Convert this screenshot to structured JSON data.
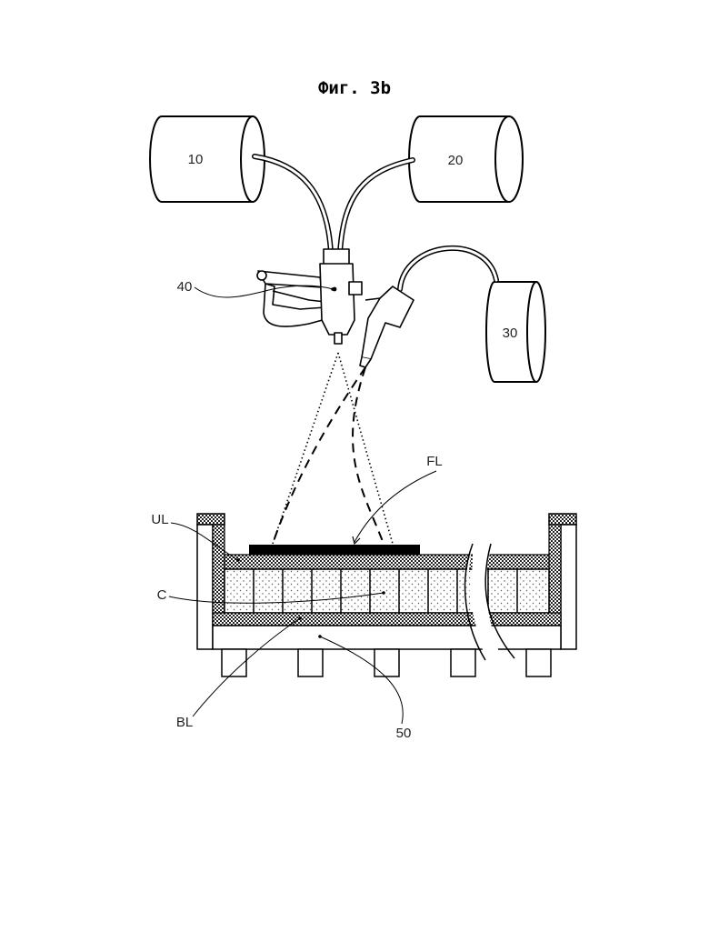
{
  "figure": {
    "title": "Фиг. 3b"
  },
  "labels": {
    "tank_10": "10",
    "tank_20": "20",
    "tank_30": "30",
    "gun_40": "40",
    "ref_fl": "FL",
    "ref_ul": "UL",
    "ref_c": "C",
    "ref_bl": "BL",
    "ref_50": "50"
  }
}
